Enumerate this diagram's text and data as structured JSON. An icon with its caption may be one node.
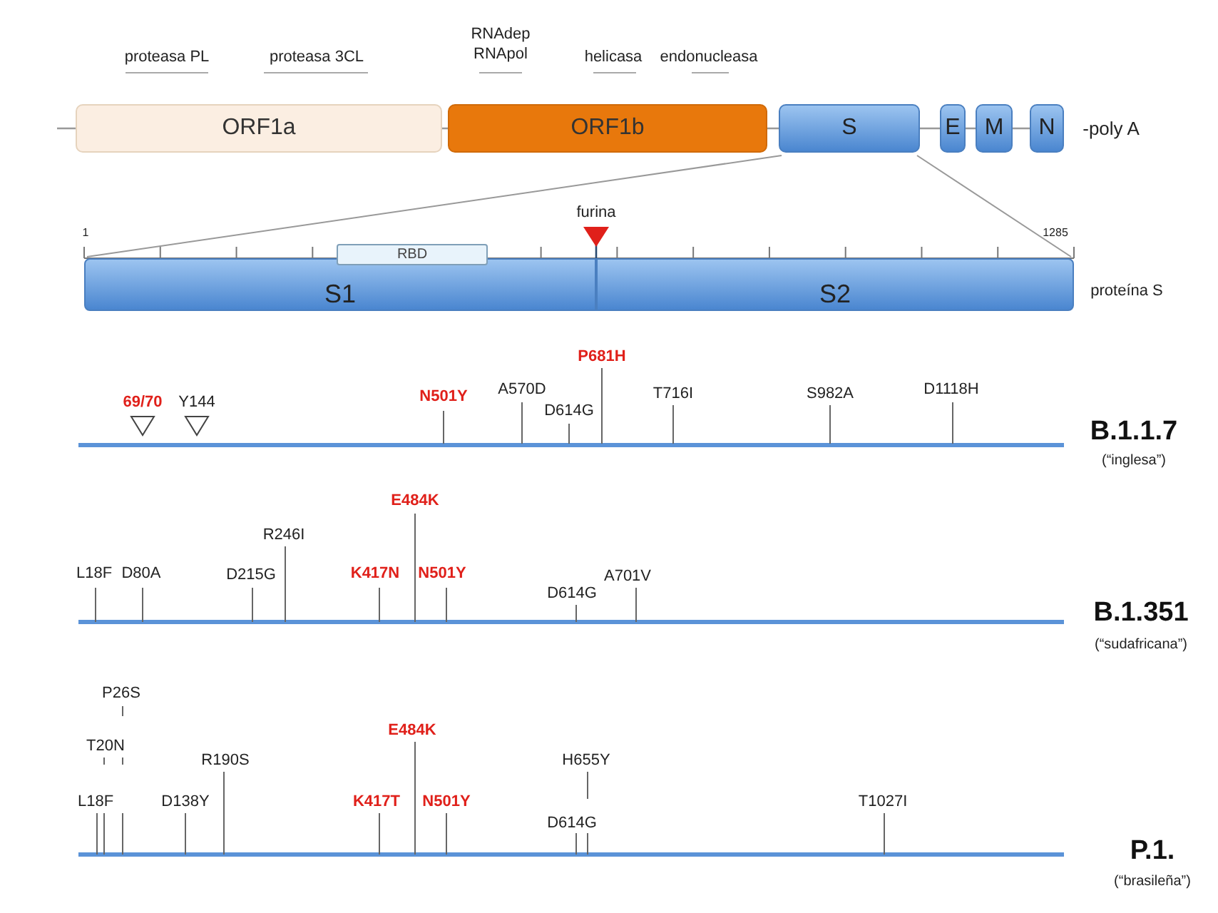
{
  "diagram": {
    "nodes": [
      {
        "text": [
          "ORF1a"
        ]
      },
      {
        "text": [
          "ORF1b"
        ]
      },
      {
        "text": [
          "S"
        ]
      },
      {
        "text": [
          "E"
        ]
      },
      {
        "text": [
          "M"
        ]
      },
      {
        "text": [
          "N"
        ]
      },
      {
        "text": [
          "S1"
        ]
      },
      {
        "text": [
          "S2"
        ]
      },
      {
        "text": [
          "RBD"
        ]
      }
    ],
    "edges": [
      {
        "from": 2,
        "to": 6,
        "arrow": "none"
      },
      {
        "from": 2,
        "to": 7,
        "arrow": "none"
      }
    ],
    "labels": [
      "proteasa PL",
      "proteasa 3CL",
      "RNAdep RNApol",
      "helicasa",
      "endonucleasa",
      "-poly A",
      "furina",
      "1",
      "1285",
      "proteína S",
      "P681H",
      "69/70",
      "Y144",
      "N501Y",
      "A570D",
      "T716I",
      "S982A",
      "D1118H",
      "D614G",
      "B.1.1.7",
      "(“inglesa”)",
      "E484K",
      "R246I",
      "L18F",
      "D80A",
      "D215G",
      "K417N",
      "N501Y",
      "A701V",
      "D614G",
      "B.1.351",
      "(“sudafricana”)",
      "P26S",
      "T20N",
      "E484K",
      "R190S",
      "H655Y",
      "L18F",
      "D138Y",
      "K417T",
      "N501Y",
      "T1027I",
      "D614G",
      "P.1.",
      "(“brasileña”)"
    ]
  }
}
